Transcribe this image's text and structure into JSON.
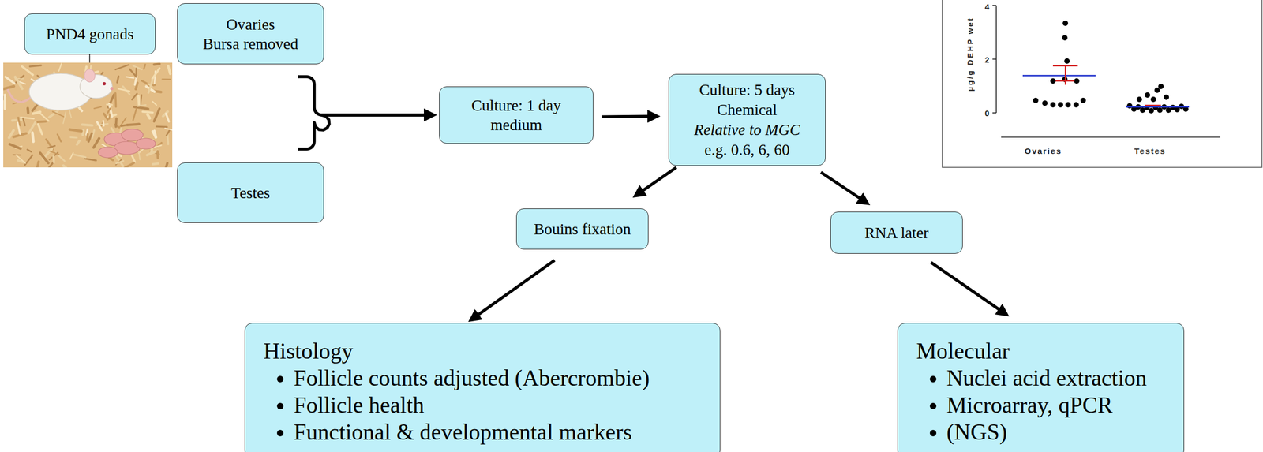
{
  "diagram": {
    "nodes": [
      {
        "text": [
          "PND4 gonads"
        ]
      },
      {
        "text": [
          "Ovaries",
          "Bursa removed"
        ]
      },
      {
        "text": [
          "Testes"
        ]
      },
      {
        "text": [
          "Culture: 1 day",
          "medium"
        ]
      },
      {
        "text": [
          "Culture: 5 days",
          "Chemical",
          "Relative to MGC",
          "e.g. 0.6, 6, 60"
        ]
      },
      {
        "text": [
          "Bouins fixation"
        ]
      },
      {
        "text": [
          "RNA later"
        ]
      },
      {
        "text": [
          "Histology",
          "Follicle counts adjusted (Abercrombie)",
          "Follicle health",
          "Functional & developmental markers"
        ]
      },
      {
        "text": [
          "Molecular",
          "Nuclei acid extraction",
          "Microarray, qPCR",
          "(NGS)"
        ]
      }
    ],
    "edges": [
      {
        "from": 1,
        "to": 3,
        "arrow": "to"
      },
      {
        "from": 2,
        "to": 3,
        "arrow": "to"
      },
      {
        "from": 3,
        "to": 4,
        "arrow": "to"
      },
      {
        "from": 4,
        "to": 5,
        "arrow": "to"
      },
      {
        "from": 4,
        "to": 6,
        "arrow": "to"
      },
      {
        "from": 5,
        "to": 7,
        "arrow": "to"
      },
      {
        "from": 6,
        "to": 8,
        "arrow": "to"
      }
    ],
    "labels": [
      "μg/g DEHP wet",
      "4",
      "2",
      "0",
      "Ovaries",
      "Testes"
    ]
  }
}
